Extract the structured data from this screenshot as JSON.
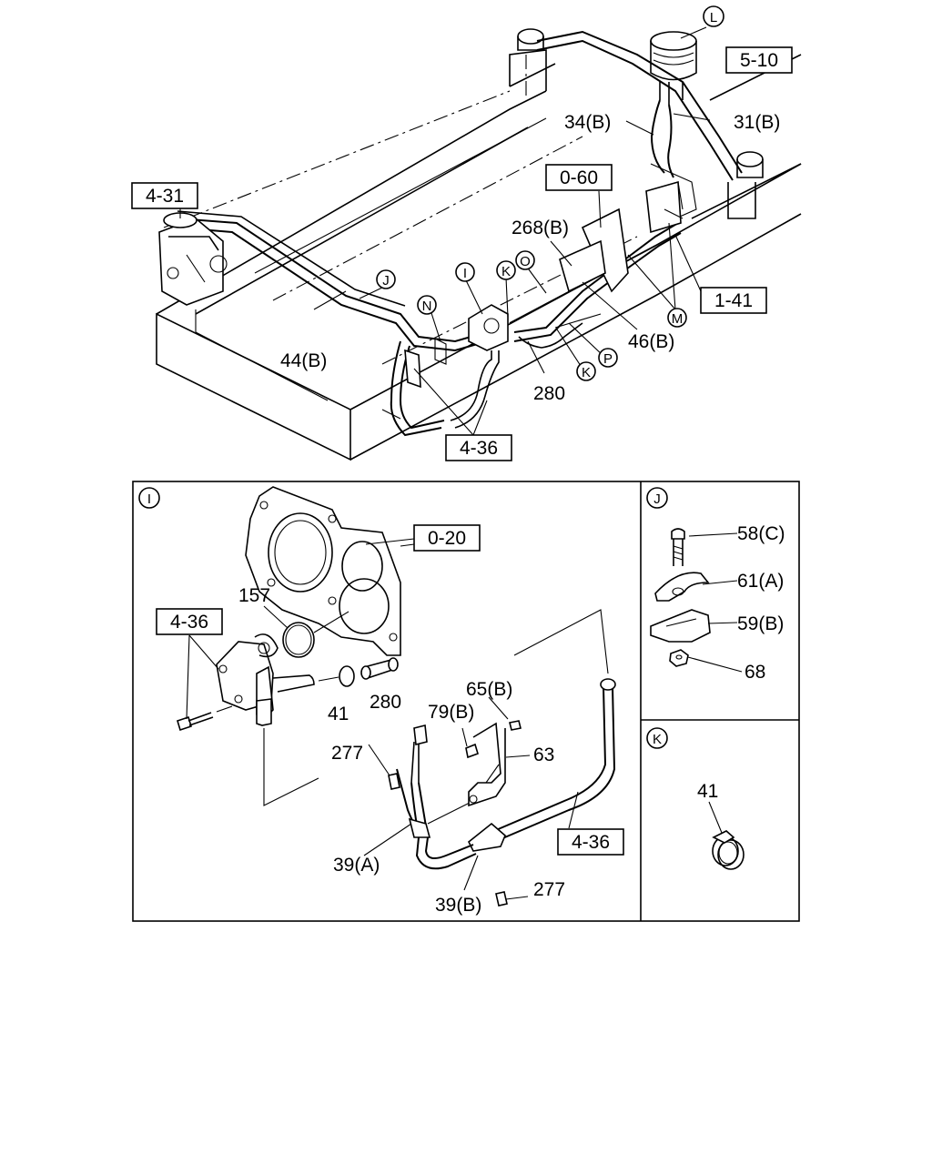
{
  "sections": {
    "I": "I",
    "J": "J",
    "K": "K"
  },
  "ref_boxes": {
    "r510": "5-10",
    "r060": "0-60",
    "r431": "4-31",
    "r141": "1-41",
    "r436_top": "4-36",
    "r020": "0-20",
    "r436_detail": "4-36",
    "r436_pipe": "4-36"
  },
  "circle_labels": {
    "L": "L",
    "J": "J",
    "I": "I",
    "K1": "K",
    "O": "O",
    "N": "N",
    "M": "M",
    "P": "P",
    "K2": "K"
  },
  "part_labels": {
    "p34b": "34(B)",
    "p31b": "31(B)",
    "p268b": "268(B)",
    "p44b": "44(B)",
    "p46b": "46(B)",
    "p280_top": "280",
    "p157": "157",
    "p41_i": "41",
    "p280_i": "280",
    "p65b": "65(B)",
    "p79b": "79(B)",
    "p63": "63",
    "p277_a": "277",
    "p39a": "39(A)",
    "p39b": "39(B)",
    "p277_b": "277",
    "p58c": "58(C)",
    "p61a": "61(A)",
    "p59b": "59(B)",
    "p68": "68",
    "p41_k": "41"
  }
}
